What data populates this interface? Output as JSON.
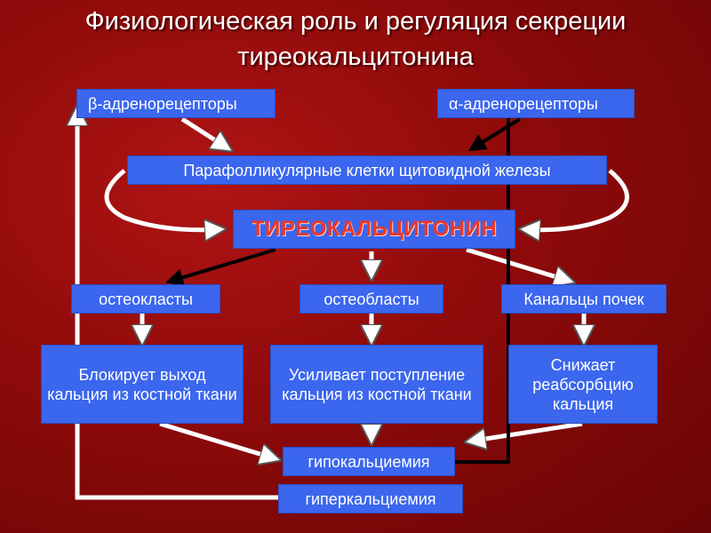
{
  "title": {
    "line1": "Физиологическая роль и регуляция секреции",
    "line2": "тиреокальцитонина"
  },
  "nodes": {
    "beta": "β-адренорецепторы",
    "alpha": "α-адренорецепторы",
    "parafollicular": "Парафолликулярные клетки щитовидной железы",
    "tkt": "ТИРЕОКАЛЬЦИТОНИН",
    "osteoclasts": "остеокласты",
    "osteoblasts": "остеобласты",
    "tubules": "Канальцы почек",
    "block": "Блокирует выход кальция из костной ткани",
    "enhance": "Усиливает поступление кальция из костной ткани",
    "reduce": "Снижает реабсорбцию кальция",
    "hypo": "гипокальциемия",
    "hyper": "гиперкальциемия"
  },
  "colors": {
    "background": "#9c0e0e",
    "box": "#3b66ee",
    "box_text": "#ffffff",
    "hormone_text": "#e8382a",
    "arrow": "#ffffff",
    "inhibit_arrow": "#000000"
  }
}
